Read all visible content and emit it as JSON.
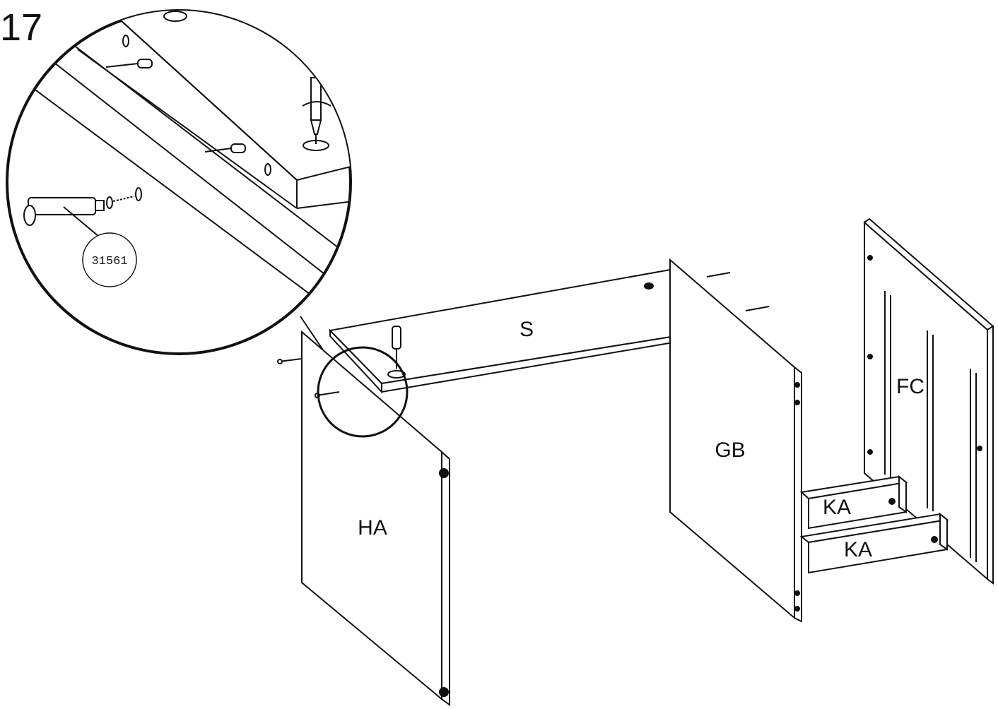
{
  "step_number": "17",
  "part_code": "31561",
  "parts": {
    "top_shelf": "S",
    "left_panel": "HA",
    "middle_panel": "GB",
    "right_panel": "FC",
    "rail_upper": "KA",
    "rail_lower": "KA"
  },
  "colors": {
    "line": "#111111",
    "panel": "#ffffff"
  }
}
